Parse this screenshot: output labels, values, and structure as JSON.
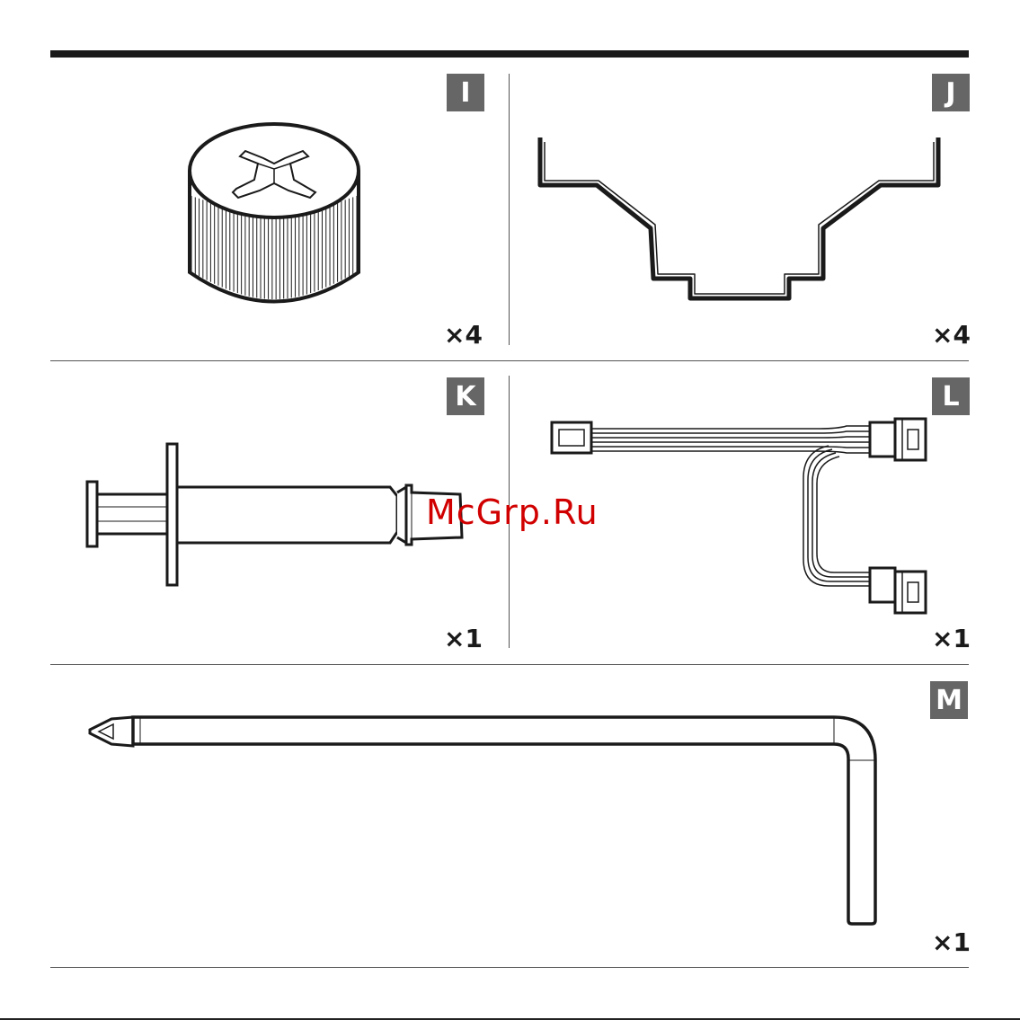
{
  "parts": [
    {
      "id": "I",
      "qty": "×4",
      "icon": "thumb-nut-icon"
    },
    {
      "id": "J",
      "qty": "×4",
      "icon": "mounting-bracket-icon"
    },
    {
      "id": "K",
      "qty": "×1",
      "icon": "thermal-paste-syringe-icon"
    },
    {
      "id": "L",
      "qty": "×1",
      "icon": "fan-splitter-cable-icon"
    },
    {
      "id": "M",
      "qty": "×1",
      "icon": "screwdriver-wrench-icon"
    }
  ],
  "watermark": "McGrp.Ru",
  "colors": {
    "label_bg": "#666666",
    "line": "#1a1a1a",
    "watermark": "#d10000"
  }
}
